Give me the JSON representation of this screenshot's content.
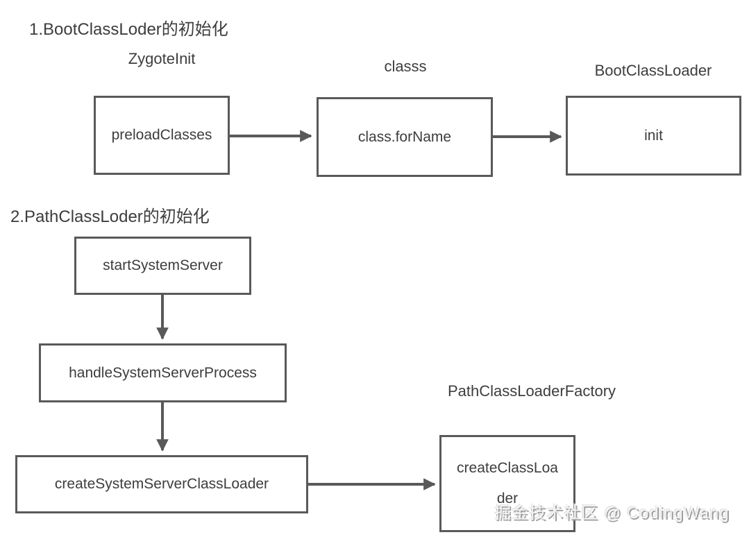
{
  "colors": {
    "background": "#ffffff",
    "border": "#595959",
    "text": "#3d3d3d",
    "arrow": "#595959",
    "watermark_text": "#f2f2f2",
    "watermark_shadow": "#9c9c9c"
  },
  "section1": {
    "title": "1.BootClassLoder的初始化",
    "columns": [
      {
        "label": "ZygoteInit",
        "node": "preloadClasses"
      },
      {
        "label": "classs",
        "node": "class.forName"
      },
      {
        "label": "BootClassLoader",
        "node": "init"
      }
    ]
  },
  "section2": {
    "title": "2.PathClassLoder的初始化",
    "chain": [
      "startSystemServer",
      "handleSystemServerProcess",
      "createSystemServerClassLoader"
    ],
    "factory": {
      "label": "PathClassLoaderFactory",
      "node_lines": [
        "createClassLoa",
        "der"
      ]
    }
  },
  "watermark": "掘金技术社区 @ CodingWang"
}
